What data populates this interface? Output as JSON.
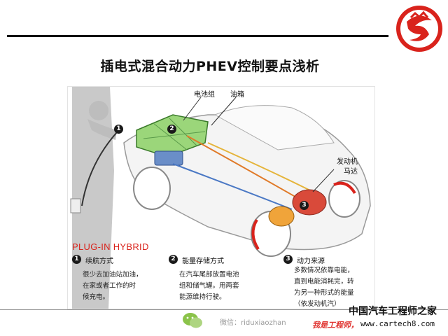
{
  "header": {
    "title": "插电式混合动力PHEV控制要点浅析"
  },
  "diagram": {
    "labels": {
      "battery": "电池组",
      "fuel_tank": "油箱",
      "engine_motor_line1": "发动机",
      "engine_motor_line2": "马达",
      "callout_1": "1",
      "callout_2": "2",
      "callout_3": "3"
    },
    "brand": "PLUG-IN HYBRID"
  },
  "features": [
    {
      "num": "1",
      "title": "续航方式",
      "desc": "很少去加油站加油，\n在家或者工作的时\n候充电。"
    },
    {
      "num": "2",
      "title": "能量存储方式",
      "desc": "在汽车尾部放置电池\n组和储气罐。用两套\n能源维持行驶。"
    },
    {
      "num": "3",
      "title": "动力来源",
      "desc": "多数情况依靠电能，\n直到电能消耗完，转\n为另一种形式的能量\n（依发动机汽）"
    }
  ],
  "footer": {
    "wechat_text": "微信：riduxiaozhan",
    "brand_cn": "中国汽车工程师之家",
    "slogan": "我是工程师，",
    "site": "www.cartech8.com"
  },
  "colors": {
    "accent_red": "#d9231c",
    "battery_green": "#9bd67a",
    "engine_red": "#d94a3a"
  }
}
